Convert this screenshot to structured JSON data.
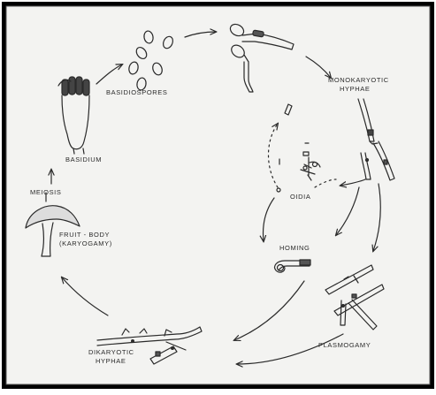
{
  "diagram": {
    "colors": {
      "paper": "#f3f3f1",
      "ink": "#2a2a2a",
      "border": "#000000"
    },
    "labels": {
      "basidiospores": "BASIDIOSPORES",
      "monokaryotic_1": "MONOKARYOTIC",
      "monokaryotic_2": "HYPHAE",
      "basidium": "BASIDIUM",
      "oidia": "OIDIA",
      "meiosis": "MEIOSIS",
      "fruit_body_1": "FRUIT - BODY",
      "fruit_body_2": "(KARYOGAMY)",
      "homing": "HOMING",
      "plasmogamy": "PLASMOGAMY",
      "dikaryotic_1": "DIKARYOTIC",
      "dikaryotic_2": "HYPHAE"
    }
  }
}
